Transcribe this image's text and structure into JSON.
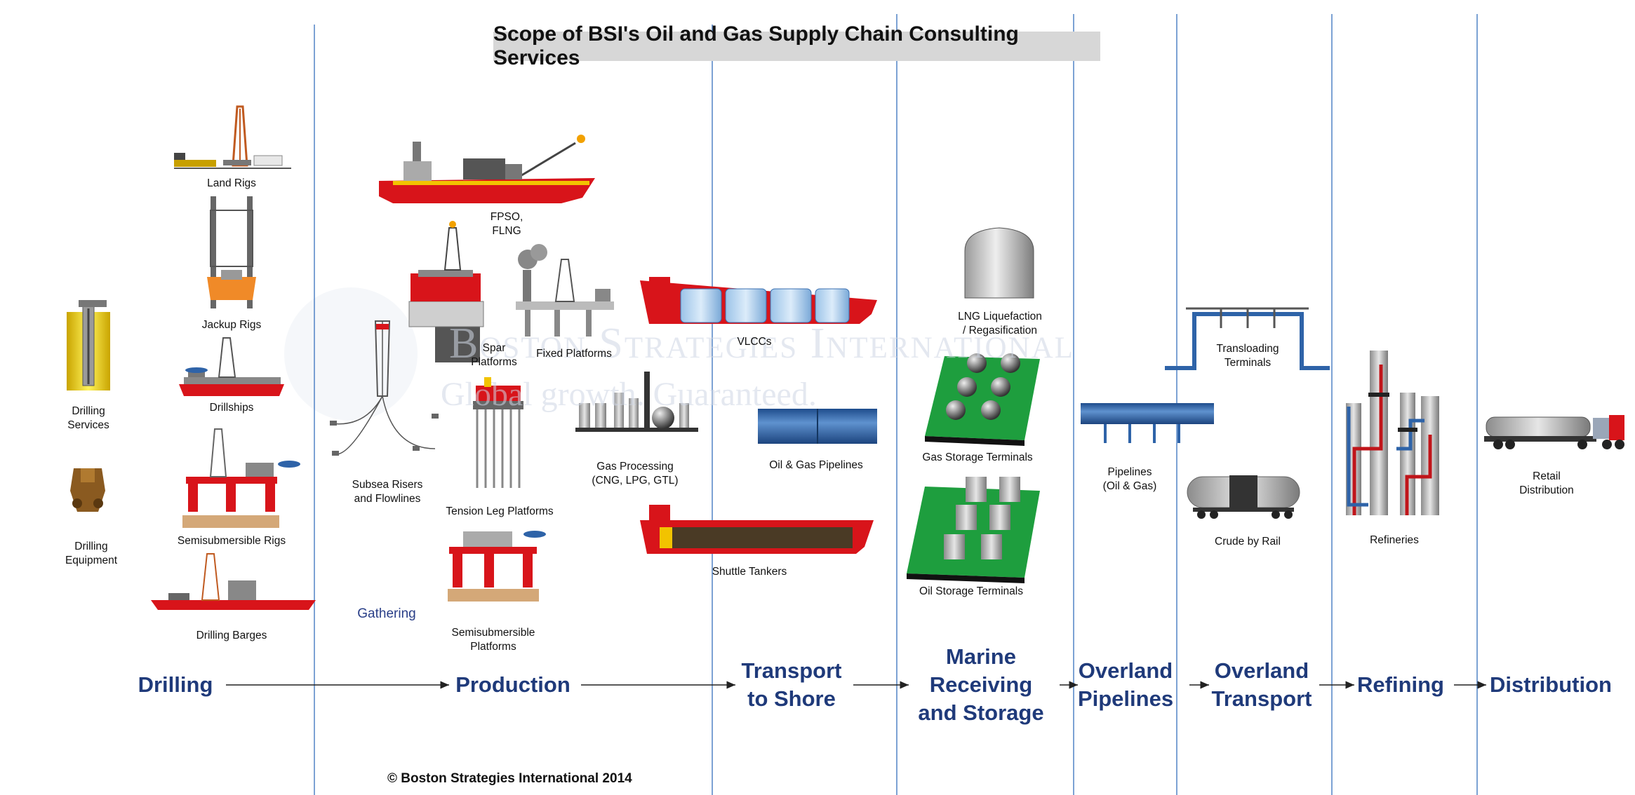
{
  "title": "Scope of BSI's Oil and Gas Supply Chain Consulting Services",
  "watermark": {
    "line1": "Boston Strategies International",
    "line2": "Global growth. Guaranteed."
  },
  "copyright": "© Boston Strategies International 2014",
  "gathering_label": "Gathering",
  "stages": {
    "drilling": "Drilling",
    "production": "Production",
    "transport_to_shore": "Transport\nto Shore",
    "marine": "Marine\nReceiving\nand Storage",
    "overland_pipelines": "Overland\nPipelines",
    "overland_transport": "Overland\nTransport",
    "refining": "Refining",
    "distribution": "Distribution"
  },
  "items": {
    "drilling_services": "Drilling\nServices",
    "drilling_equipment": "Drilling\nEquipment",
    "land_rigs": "Land Rigs",
    "jackup_rigs": "Jackup Rigs",
    "drillships": "Drillships",
    "semisubmersible_rigs": "Semisubmersible Rigs",
    "drilling_barges": "Drilling Barges",
    "fpso": "FPSO,\nFLNG",
    "spar_platforms": "Spar\nPlatforms",
    "fixed_platforms": "Fixed Platforms",
    "subsea_risers": "Subsea Risers\nand Flowlines",
    "tension_leg": "Tension Leg Platforms",
    "semisub_platforms": "Semisubmersible\nPlatforms",
    "gas_processing": "Gas Processing\n(CNG, LPG, GTL)",
    "vlccs": "VLCCs",
    "oil_gas_pipelines": "Oil & Gas Pipelines",
    "shuttle_tankers": "Shuttle Tankers",
    "lng": "LNG Liquefaction\n/ Regasification",
    "gas_storage": "Gas Storage Terminals",
    "oil_storage": "Oil Storage Terminals",
    "pipelines": "Pipelines\n(Oil & Gas)",
    "transloading": "Transloading\nTerminals",
    "crude_by_rail": "Crude by Rail",
    "refineries": "Refineries",
    "retail_distribution": "Retail\nDistribution"
  },
  "colors": {
    "stage_text": "#1f3a7a",
    "divider": "#5b8ac9",
    "ship_red": "#d8141a",
    "pipe_blue": "#2e63a8",
    "terminal_green": "#1e9e3e"
  }
}
